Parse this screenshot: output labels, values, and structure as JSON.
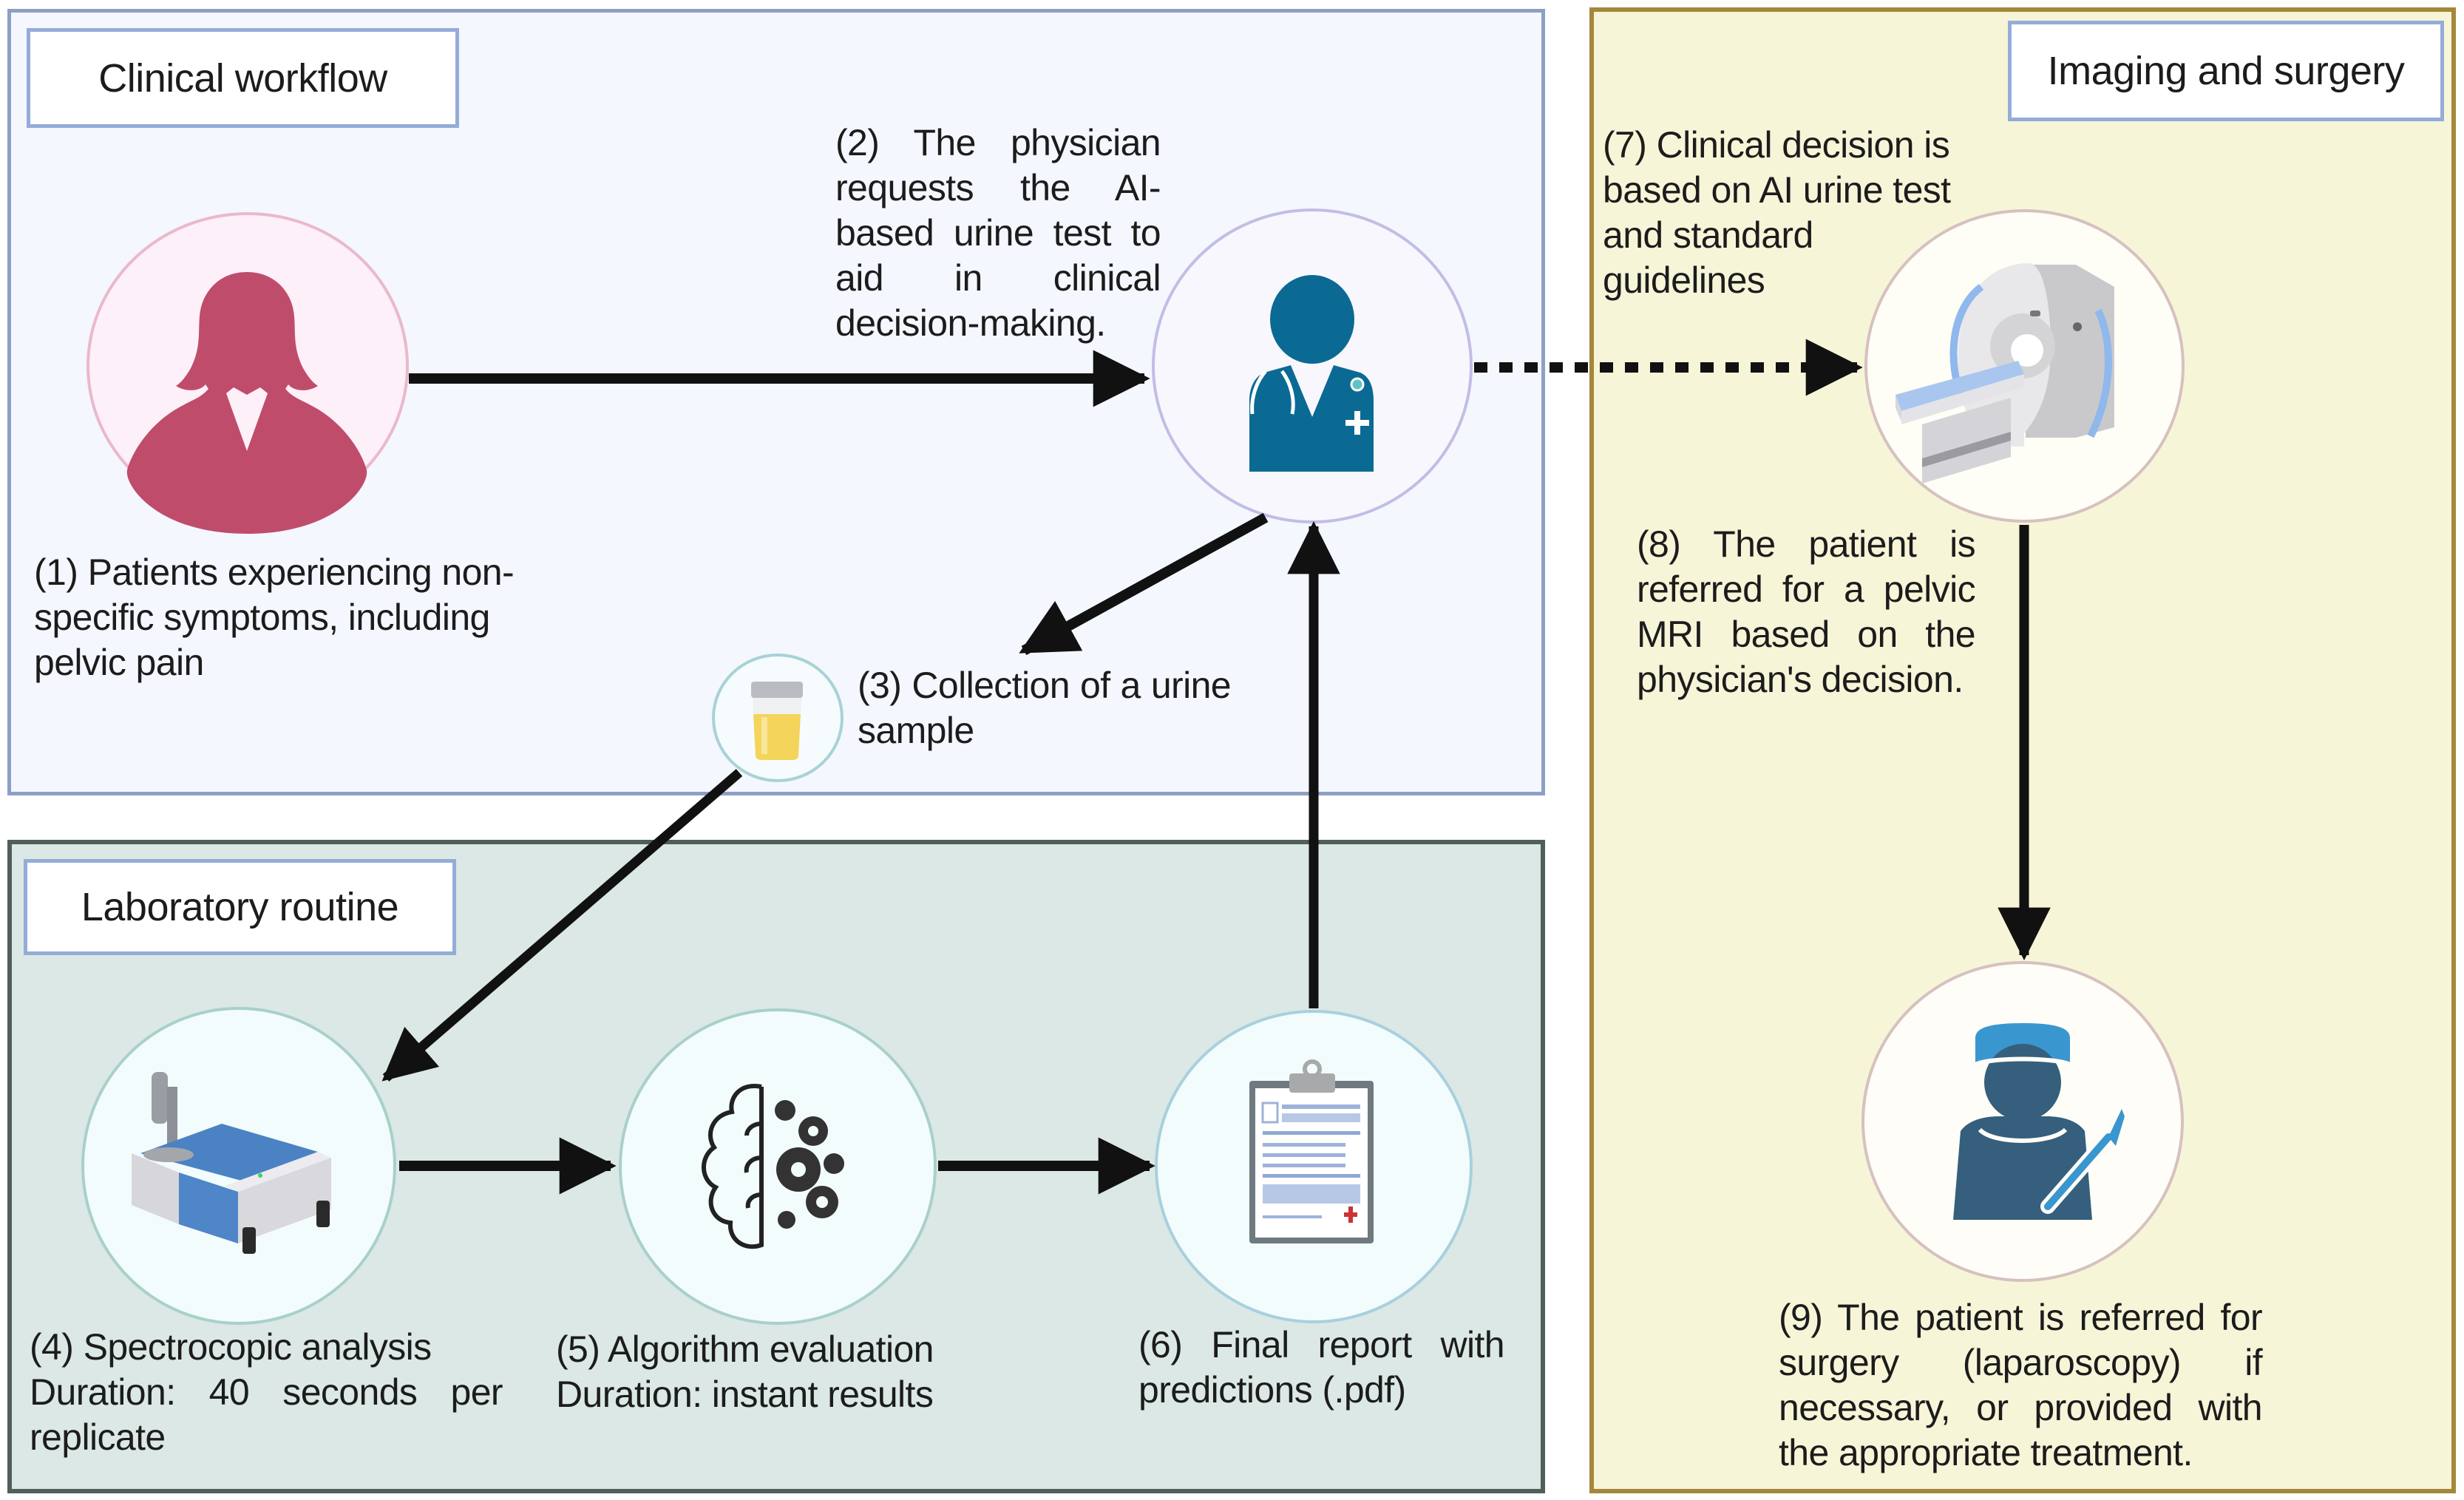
{
  "panels": {
    "clinical": {
      "title": "Clinical workflow",
      "color": "#8e9fc4",
      "fill": "#f4f7fd"
    },
    "lab": {
      "title": "Laboratory routine",
      "color": "#4f5f5c",
      "fill": "#dbe8e5"
    },
    "imaging": {
      "title": "Imaging and surgery",
      "color": "#a4873a",
      "fill": "#f7f5d8"
    }
  },
  "steps": [
    {
      "id": 1,
      "icon": "patient-woman-icon",
      "text": "(1) Patients experiencing non-specific symptoms, including pelvic pain"
    },
    {
      "id": 2,
      "icon": "physician-icon",
      "text": "(2) The physician requests the AI-based urine test to aid in clinical decision-making."
    },
    {
      "id": 3,
      "icon": "urine-sample-cup-icon",
      "text": "(3) Collection of a urine sample"
    },
    {
      "id": 4,
      "icon": "spectrometer-icon",
      "text": "(4) Spectrocopic analysis",
      "duration": "Duration: 40 seconds per replicate"
    },
    {
      "id": 5,
      "icon": "brain-gears-icon",
      "text": "(5) Algorithm evaluation",
      "duration": "Duration: instant results"
    },
    {
      "id": 6,
      "icon": "clipboard-report-icon",
      "text": "(6) Final report with predictions (.pdf)"
    },
    {
      "id": 7,
      "text": "(7) Clinical decision is based on AI urine test and standard guidelines"
    },
    {
      "id": 8,
      "icon": "mri-scanner-icon",
      "text": "(8) The patient is referred for a pelvic MRI based on the physician's decision."
    },
    {
      "id": 9,
      "icon": "surgeon-icon",
      "text": "(9) The patient is referred for surgery (laparoscopy) if necessary, or provided with the appropriate treatment."
    }
  ],
  "flows": [
    {
      "from": 1,
      "to": 2,
      "style": "solid"
    },
    {
      "from": 2,
      "to": 3,
      "style": "solid"
    },
    {
      "from": 3,
      "to": 4,
      "style": "solid"
    },
    {
      "from": 4,
      "to": 5,
      "style": "solid"
    },
    {
      "from": 5,
      "to": 6,
      "style": "solid"
    },
    {
      "from": 6,
      "to": 2,
      "style": "solid"
    },
    {
      "from": 2,
      "to": 8,
      "style": "dashed"
    },
    {
      "from": 8,
      "to": 9,
      "style": "solid"
    }
  ],
  "colors": {
    "patient": "#c04c6c",
    "physician": "#0b6a93",
    "surgeon_body": "#355f7c",
    "surgeon_cap": "#3a96cf",
    "arrow": "#111111",
    "urine": "#f4d45a",
    "report_accent": "#9db3d9",
    "red_cross": "#cc3333"
  }
}
